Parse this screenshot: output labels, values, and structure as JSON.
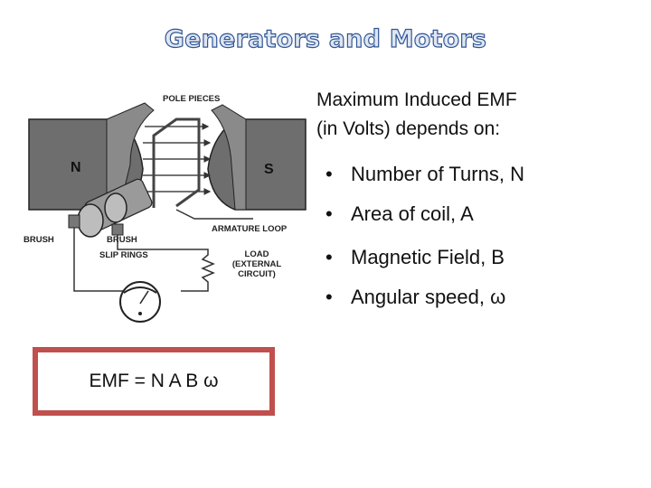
{
  "title": "Generators and Motors",
  "diagram": {
    "labels": {
      "pole_pieces": "POLE PIECES",
      "north": "N",
      "south": "S",
      "brush_left": "BRUSH",
      "brush_center": "BRUSH",
      "slip_rings": "SLIP RINGS",
      "armature_loop": "ARMATURE LOOP",
      "load_1": "LOAD",
      "load_2": "(EXTERNAL",
      "load_3": "CIRCUIT)"
    }
  },
  "intro": {
    "line1": "Maximum Induced EMF",
    "line2": "(in Volts) depends on:"
  },
  "bullets": [
    "Number of Turns, N",
    "Area of coil, A",
    "Magnetic Field, B",
    "Angular speed, ω"
  ],
  "formula": "EMF = N A B ω",
  "colors": {
    "title_outline": "#2f5597",
    "title_fill": "#dfe6f0",
    "formula_border": "#c0504d",
    "magnet": "#6e6e6e"
  }
}
